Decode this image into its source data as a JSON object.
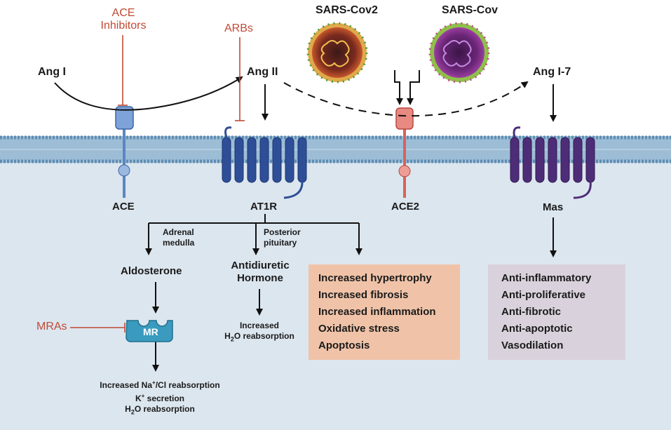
{
  "drugs": {
    "ace_inhibitors": [
      "ACE",
      "Inhibitors"
    ],
    "arbs": "ARBs",
    "mras": "MRAs"
  },
  "viruses": {
    "sars_cov2": "SARS-Cov2",
    "sars_cov": "SARS-Cov"
  },
  "peptides": {
    "ang1": "Ang I",
    "ang2": "Ang II",
    "ang17": "Ang I-7"
  },
  "receptors": {
    "ace": "ACE",
    "at1r": "AT1R",
    "ace2": "ACE2",
    "mas": "Mas",
    "mr": "MR"
  },
  "branches": {
    "adrenal": [
      "Adrenal",
      "medulla"
    ],
    "pituitary": [
      "Posterior",
      "pituitary"
    ]
  },
  "hormones": {
    "aldosterone": "Aldosterone",
    "adh": [
      "Antidiuretic",
      "Hormone"
    ]
  },
  "h2o_increase": {
    "line1": "Increased",
    "h": "H",
    "sub": "2",
    "rest": "O reabsorption"
  },
  "mr_effects": {
    "l1_pre": "Increased Na",
    "l1_sup": "+",
    "l1_post": "/Cl reabsorption",
    "l2_pre": "K",
    "l2_sup": "+",
    "l2_post": " secretion",
    "l3_h": "H",
    "l3_sub": "2",
    "l3_post": "O reabsorption"
  },
  "at1r_effects": [
    "Increased hypertrophy",
    "Increased fibrosis",
    "Increased inflammation",
    "Oxidative stress",
    "Apoptosis"
  ],
  "mas_effects": [
    "Anti-inflammatory",
    "Anti-proliferative",
    "Anti-fibrotic",
    "Anti-apoptotic",
    "Vasodilation"
  ],
  "colors": {
    "drug_text": "#c04a35",
    "at1r_box": "#f0c3a8",
    "mas_box": "#d9d1db",
    "membrane": "#8fb3cf",
    "cell": "#dce6ef",
    "ace": "#6a93cc",
    "at1r": "#2e4f97",
    "ace2": "#d9625a",
    "mas": "#4e2d78",
    "mr": "#3a9bbf"
  }
}
